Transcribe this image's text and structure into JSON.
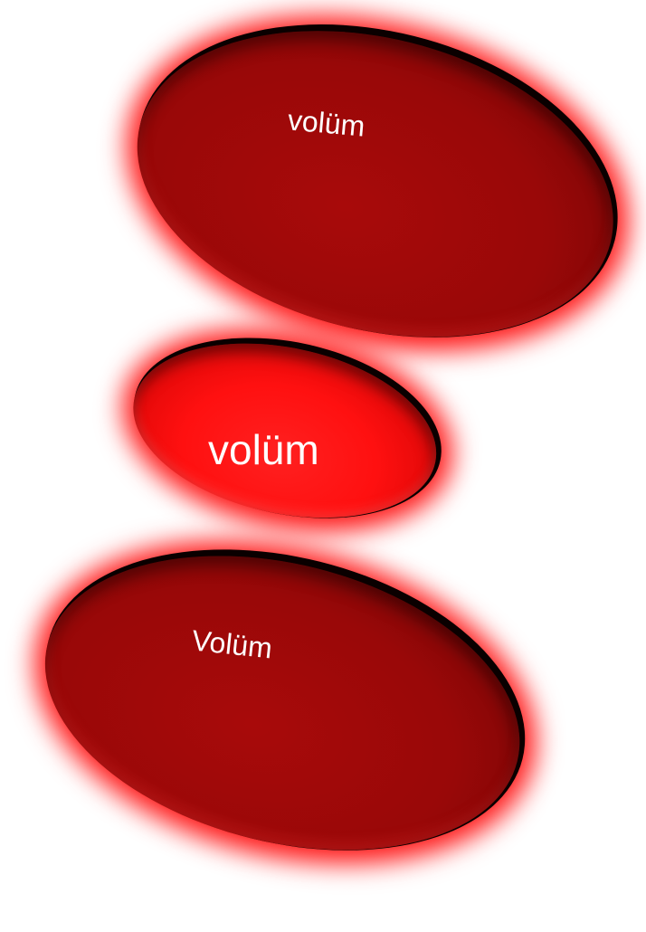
{
  "ovals": [
    {
      "label": "volüm",
      "style": "dark"
    },
    {
      "label": "volüm",
      "style": "bright"
    },
    {
      "label": "Volüm",
      "style": "dark"
    }
  ],
  "colors": {
    "glow": "#ff1a1a",
    "dark_face": "#990808",
    "bright_face": "#ff1010",
    "rim": "#0a0000",
    "text": "#ffffff",
    "background": "#ffffff"
  }
}
